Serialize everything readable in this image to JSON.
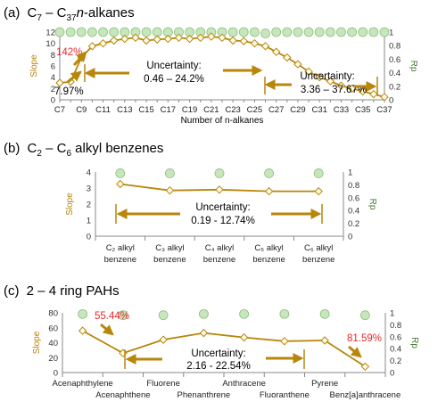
{
  "colors": {
    "slope": "#b8860b",
    "rp_fill": "#c8e6bd",
    "rp_stroke": "#8cc078",
    "left_axis": "#b8860b",
    "right_axis": "#3f7a2a",
    "highlight": "#e8282d"
  },
  "chart_data": [
    {
      "type": "line",
      "panel_label": "(a)",
      "title_parts": [
        "C",
        "7",
        " – C",
        "37",
        " n-alkanes"
      ],
      "xlabel": "Number of n-alkanes",
      "ylabel": "Slope",
      "y2label": "Rp",
      "ylim": [
        0,
        12
      ],
      "y2lim": [
        0,
        1
      ],
      "yticks": [
        0,
        2,
        4,
        6,
        8,
        10,
        12
      ],
      "y2ticks": [
        "0",
        "0.2",
        "0.4",
        "0.6",
        "0.8",
        "1"
      ],
      "x": [
        "C7",
        "C8",
        "C9",
        "C10",
        "C11",
        "C12",
        "C13",
        "C14",
        "C15",
        "C16",
        "C17",
        "C18",
        "C19",
        "C20",
        "C21",
        "C22",
        "C23",
        "C24",
        "C25",
        "C26",
        "C27",
        "C28",
        "C29",
        "C30",
        "C31",
        "C32",
        "C33",
        "C34",
        "C35",
        "C36",
        "C37"
      ],
      "x_tick_labels": [
        "C7",
        "C9",
        "C11",
        "C13",
        "C15",
        "C17",
        "C19",
        "C21",
        "C23",
        "C25",
        "C27",
        "C29",
        "C31",
        "C33",
        "C35",
        "C37"
      ],
      "series": [
        {
          "name": "Slope",
          "axis": "left",
          "values": [
            3.0,
            3.2,
            7.5,
            9.5,
            10.0,
            10.5,
            10.8,
            11.0,
            10.5,
            10.7,
            10.8,
            11.0,
            10.8,
            11.0,
            11.2,
            11.0,
            10.5,
            10.4,
            10.0,
            9.5,
            8.5,
            7.5,
            6.3,
            5.0,
            4.0,
            3.3,
            2.5,
            2.0,
            1.5,
            1.0,
            0.5
          ]
        },
        {
          "name": "Rp",
          "axis": "right",
          "values": [
            1,
            1,
            1,
            1,
            1,
            1,
            1,
            1,
            1,
            1,
            1,
            1,
            1,
            1,
            1,
            1,
            1,
            1,
            1,
            0.98,
            1,
            1,
            1,
            1,
            1,
            1,
            1,
            1,
            1,
            1,
            1
          ]
        }
      ],
      "annotations": {
        "red_label": "142%",
        "low_label": "7.97%",
        "uncertainty_1": {
          "title": "Uncertainty:",
          "range": "0.46 – 24.2%"
        },
        "uncertainty_2": {
          "title": "Uncertainty:",
          "range": "3.36 – 37.67%"
        }
      }
    },
    {
      "type": "line",
      "panel_label": "(b)",
      "title_parts": [
        "C",
        "2",
        " – C",
        "6",
        " alkyl benzenes"
      ],
      "ylabel": "Slope",
      "y2label": "Rp",
      "ylim": [
        0,
        4
      ],
      "y2lim": [
        0,
        1
      ],
      "yticks": [
        0,
        1,
        2,
        3,
        4
      ],
      "y2ticks": [
        "0",
        "0.2",
        "0.4",
        "0.6",
        "0.8",
        "1"
      ],
      "categories": [
        [
          "C₂ alkyl",
          "benzene"
        ],
        [
          "C₃ alkyl",
          "benzene"
        ],
        [
          "C₄ alkyl",
          "benzene"
        ],
        [
          "C₅ alkyl",
          "benzene"
        ],
        [
          "C₆ alkyl",
          "benzene"
        ]
      ],
      "series": [
        {
          "name": "Slope",
          "axis": "left",
          "values": [
            3.25,
            2.85,
            2.9,
            2.8,
            2.8
          ]
        },
        {
          "name": "Rp",
          "axis": "right",
          "values": [
            0.98,
            0.98,
            0.98,
            0.98,
            0.98
          ]
        }
      ],
      "annotations": {
        "uncertainty": {
          "title": "Uncertainty:",
          "range": "0.19 - 12.74%"
        }
      }
    },
    {
      "type": "line",
      "panel_label": "(c)",
      "title_parts": [
        "2 – 4 ring PAHs"
      ],
      "ylabel": "Slope",
      "y2label": "Rp",
      "ylim": [
        0,
        80
      ],
      "y2lim": [
        0,
        1
      ],
      "yticks": [
        0,
        20,
        40,
        60,
        80
      ],
      "y2ticks": [
        "0",
        "0.2",
        "0.4",
        "0.6",
        "0.8",
        "1"
      ],
      "categories": [
        "Acenaphthylene",
        "Acenaphthene",
        "Fluorene",
        "Phenanthrene",
        "Anthracene",
        "Fluoranthene",
        "Pyrene",
        "Benz[a]anthracene"
      ],
      "series": [
        {
          "name": "Slope",
          "axis": "left",
          "values": [
            56,
            26,
            44,
            53,
            47,
            42,
            43,
            8
          ]
        },
        {
          "name": "Rp",
          "axis": "right",
          "values": [
            0.98,
            0.96,
            0.96,
            0.98,
            0.98,
            0.98,
            0.98,
            0.96
          ]
        }
      ],
      "annotations": {
        "red_label_1": "55.44%",
        "red_label_2": "81.59%",
        "uncertainty": {
          "title": "Uncertainty:",
          "range": "2.16 - 22.54%"
        }
      }
    }
  ]
}
